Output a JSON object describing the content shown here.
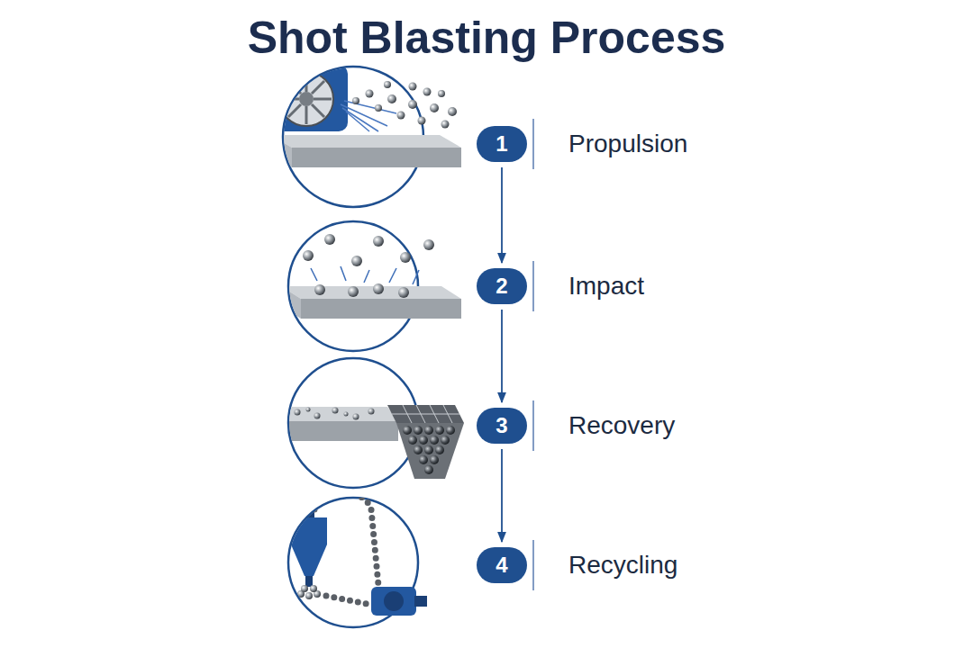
{
  "diagram": {
    "title": "Shot Blasting Process",
    "nodes": [
      {
        "text": [
          "1",
          "Propulsion"
        ]
      },
      {
        "text": [
          "2",
          "Impact"
        ]
      },
      {
        "text": [
          "3",
          "Recovery"
        ]
      },
      {
        "text": [
          "4",
          "Recycling"
        ]
      }
    ],
    "edges": [
      {
        "from": 0,
        "to": 1,
        "arrow": "to"
      },
      {
        "from": 1,
        "to": 2,
        "arrow": "to"
      },
      {
        "from": 2,
        "to": 3,
        "arrow": "to"
      }
    ]
  }
}
